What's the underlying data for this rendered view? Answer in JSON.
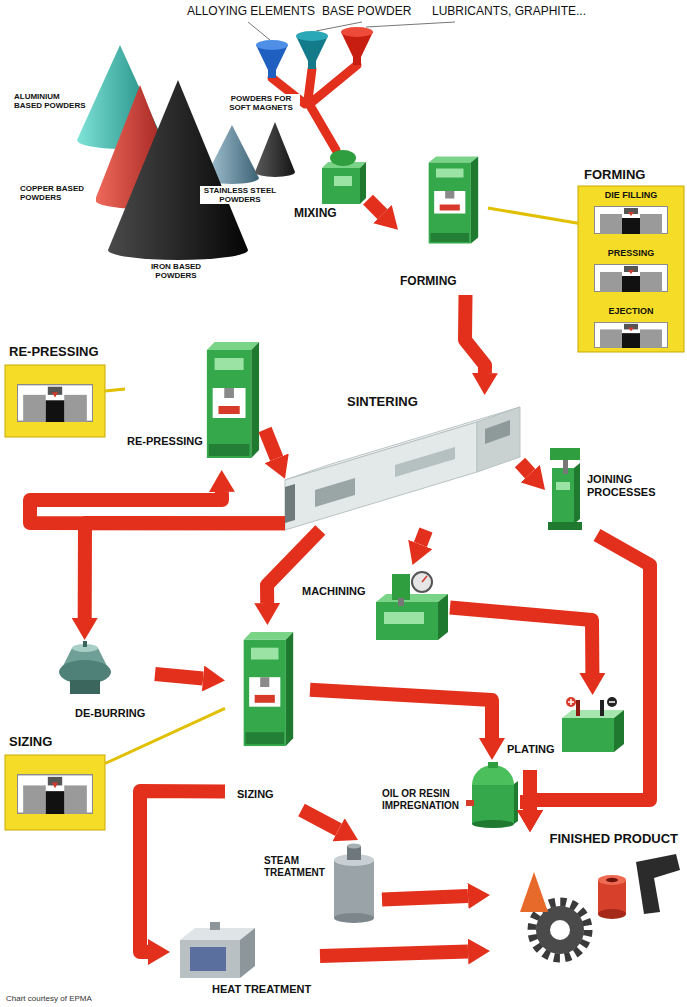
{
  "diagram": {
    "nodes": [
      {
        "text": [
          "FORMING"
        ]
      },
      {
        "text": [
          "DIE FILLING"
        ],
        "in": 0
      },
      {
        "text": [
          "PRESSING"
        ],
        "in": 0
      },
      {
        "text": [
          "EJECTION"
        ],
        "in": 0
      },
      {
        "text": [
          "MIXING"
        ]
      },
      {
        "text": [
          "FORMING"
        ]
      },
      {
        "text": [
          "RE-PRESSING"
        ]
      },
      {
        "text": [
          "SINTERING"
        ]
      },
      {
        "text": [
          "RE-PRESSING"
        ]
      },
      {
        "text": [
          "JOINING PROCESSES"
        ]
      },
      {
        "text": [
          "MACHINING"
        ]
      },
      {
        "text": [
          "DE-BURRING"
        ]
      },
      {
        "text": [
          "SIZING"
        ]
      },
      {
        "text": [
          "SIZING"
        ]
      },
      {
        "text": [
          "PLATING"
        ]
      },
      {
        "text": [
          "OIL OR RESIN IMPREGNATION"
        ]
      },
      {
        "text": [
          "FINISHED PRODUCT"
        ]
      },
      {
        "text": [
          "STEAM TREATMENT"
        ]
      },
      {
        "text": [
          "HEAT TREATMENT"
        ]
      }
    ],
    "edges": [
      {
        "from": 4,
        "to": 5,
        "arrow": "to"
      },
      {
        "from": 5,
        "to": 7,
        "arrow": "to"
      },
      {
        "from": 7,
        "to": 8,
        "arrow": "to"
      },
      {
        "from": 8,
        "to": 7,
        "arrow": "to"
      },
      {
        "from": 7,
        "to": 11,
        "arrow": "to"
      },
      {
        "from": 7,
        "to": 9,
        "arrow": "to"
      },
      {
        "from": 7,
        "to": 10,
        "arrow": "to"
      },
      {
        "from": 7,
        "to": 13,
        "arrow": "to"
      },
      {
        "from": 11,
        "to": 13,
        "arrow": "to"
      },
      {
        "from": 13,
        "to": 15,
        "arrow": "to"
      },
      {
        "from": 13,
        "to": 17,
        "arrow": "to"
      },
      {
        "from": 13,
        "to": 18,
        "arrow": "to"
      },
      {
        "from": 10,
        "to": 14,
        "arrow": "to"
      },
      {
        "from": 9,
        "to": 16,
        "arrow": "to"
      },
      {
        "from": 14,
        "to": 16,
        "arrow": "to"
      },
      {
        "from": 15,
        "to": 16,
        "arrow": "to"
      },
      {
        "from": 17,
        "to": 16,
        "arrow": "to"
      },
      {
        "from": 18,
        "to": 16,
        "arrow": "to"
      },
      {
        "from": 0,
        "to": 5,
        "arrow": "none"
      },
      {
        "from": 6,
        "to": 8,
        "arrow": "none"
      },
      {
        "from": 12,
        "to": 13,
        "arrow": "none"
      }
    ],
    "labels": [
      "ALLOYING ELEMENTS",
      "BASE POWDER",
      "LUBRICANTS, GRAPHITE...",
      "ALUMINIUM BASED POWDERS",
      "POWDERS FOR SOFT MAGNETS",
      "COPPER BASED POWDERS",
      "STAINLESS STEEL POWDERS",
      "IRON BASED POWDERS",
      "Chart courtesy of EPMA"
    ]
  }
}
